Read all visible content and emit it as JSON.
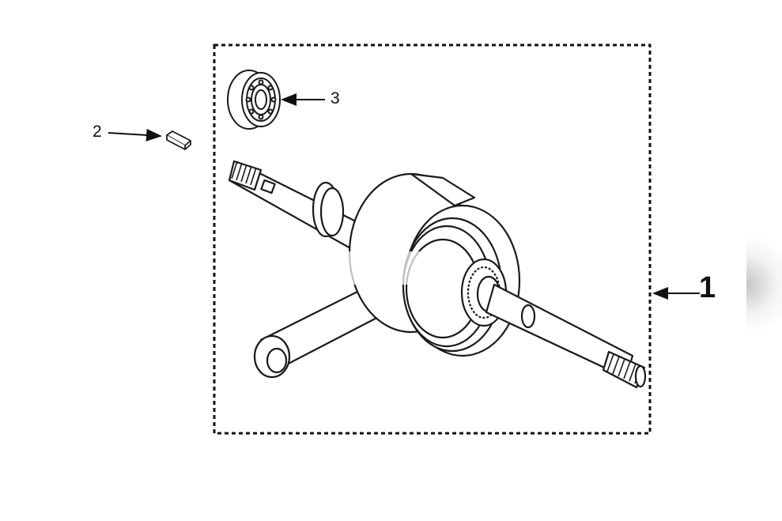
{
  "diagram": {
    "callouts": [
      {
        "number": "1",
        "part": "crankshaft-assembly"
      },
      {
        "number": "2",
        "part": "woodruff-key"
      },
      {
        "number": "3",
        "part": "ball-bearing"
      }
    ],
    "colors": {
      "line": "#1a1a1a",
      "fill": "#ffffff",
      "frame": "#111111"
    }
  }
}
